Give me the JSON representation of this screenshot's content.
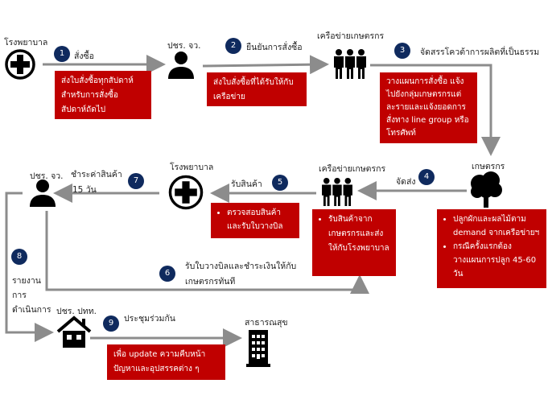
{
  "nodes": {
    "hospital_top": "โรงพยาบาล",
    "pcr_province_top": "ปชร. จว.",
    "farmer_network_top": "เครือข่ายเกษตรกร",
    "farmer": "เกษตรกร",
    "farmer_network_mid": "เครือข่ายเกษตรกร",
    "hospital_mid": "โรงพยาบาล",
    "pcr_province_mid": "ปชร. จว.",
    "pcr_national": "ปชร. ปทท.",
    "public_health": "สาธารณสุข"
  },
  "steps": [
    {
      "num": "1",
      "label": "สั่งซื้อ"
    },
    {
      "num": "2",
      "label": "ยืนยันการสั่งซื้อ"
    },
    {
      "num": "3",
      "label": "จัดสรรโควต้าการผลิตที่เป็นธรรม"
    },
    {
      "num": "4",
      "label": "จัดส่ง"
    },
    {
      "num": "5",
      "label": "รับสินค้า"
    },
    {
      "num": "6",
      "label_line1": "รับใบวางบิลและชำระเงินให้กับ",
      "label_line2": "เกษตรกรทันที"
    },
    {
      "num": "7",
      "label_line1": "ชำระค่าสินค้า",
      "label_line2": "15 วัน"
    },
    {
      "num": "8",
      "label_line1": "รายงาน",
      "label_line2": "การ",
      "label_line3": "ดำเนินการ"
    },
    {
      "num": "9",
      "label": "ประชุมร่วมกัน"
    }
  ],
  "boxes": {
    "b1": [
      "ส่งใบสั่งซื้อทุกสัปดาห์",
      "สำหรับการสั่งซื้อ",
      "สัปดาห์ถัดไป"
    ],
    "b2": [
      "ส่งใบสั่งซื้อที่ได้รับให้กับ",
      "เครือข่าย"
    ],
    "b3": [
      "วางแผนการสั่งซื้อ แจ้ง",
      "ไปยังกลุ่มเกษตรกรแต่",
      "ละรายและแจ้งยอดการ",
      "สั่งทาง line group หรือ",
      "โทรศัพท์"
    ],
    "b4": [
      "รับสินค้าจากเกษตรกรและส่งให้กับโรงพยาบาล"
    ],
    "b5": [
      "ตรวจสอบสินค้าและรับใบวางบิล"
    ],
    "farmer": [
      "ปลูกผักและผลไม้ตาม demand จากเครือข่ายฯ",
      "กรณีครั้งแรกต้องวางแผนการปลูก 45-60 วัน"
    ],
    "b9": [
      "เพื่อ update ความคืบหน้า",
      "ปัญหาและอุปสรรคต่าง ๆ"
    ]
  },
  "colors": {
    "box": "#c00000",
    "badge": "#0f2a5e",
    "line": "#8c8c8c"
  }
}
